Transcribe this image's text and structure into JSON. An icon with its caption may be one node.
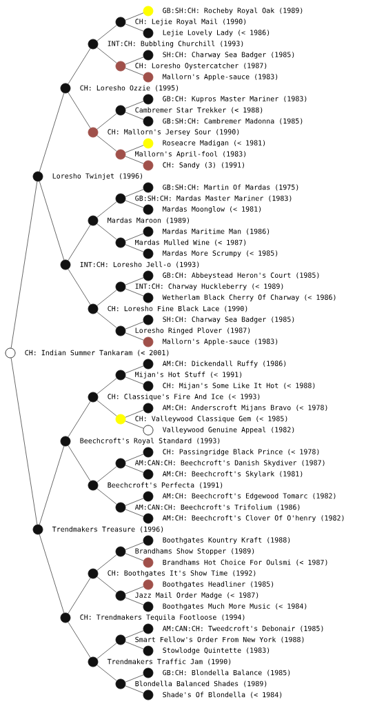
{
  "diagram": {
    "nodes": [
      {
        "text": [],
        "shape": "circle",
        "beside": [
          "GB:SH:CH: Rocheby Royal Oak (1989)"
        ]
      },
      {
        "text": [],
        "shape": "circle"
      },
      {
        "text": [],
        "shape": "circle",
        "beside": [
          "Lejie Lovely Lady (< 1986)"
        ]
      },
      {
        "text": [],
        "shape": "circle"
      },
      {
        "text": [],
        "shape": "circle",
        "beside": [
          "SH:CH: Charway Sea Badger (1985)"
        ]
      },
      {
        "text": [],
        "shape": "circle"
      },
      {
        "text": [],
        "shape": "circle",
        "beside": [
          "Mallorn's Apple-sauce (1983)"
        ]
      },
      {
        "text": [],
        "shape": "circle"
      },
      {
        "text": [],
        "shape": "circle",
        "beside": [
          "GB:CH: Kupros Master Mariner (1983)"
        ]
      },
      {
        "text": [],
        "shape": "circle"
      },
      {
        "text": [],
        "shape": "circle",
        "beside": [
          "GB:SH:CH: Cambremer Madonna (1985)"
        ]
      },
      {
        "text": [],
        "shape": "circle"
      },
      {
        "text": [],
        "shape": "circle",
        "beside": [
          "Roseacre Madigan (< 1981)"
        ]
      },
      {
        "text": [],
        "shape": "circle"
      },
      {
        "text": [],
        "shape": "circle",
        "beside": [
          "CH: Sandy (3) (1991)"
        ]
      },
      {
        "text": [],
        "shape": "circle"
      },
      {
        "text": [],
        "shape": "circle",
        "beside": [
          "GB:SH:CH: Martin Of Mardas (1975)"
        ]
      },
      {
        "text": [],
        "shape": "circle"
      },
      {
        "text": [],
        "shape": "circle",
        "beside": [
          "Mardas Moonglow (< 1981)"
        ]
      },
      {
        "text": [],
        "shape": "circle"
      },
      {
        "text": [],
        "shape": "circle",
        "beside": [
          "Mardas Maritime Man (1986)"
        ]
      },
      {
        "text": [],
        "shape": "circle"
      },
      {
        "text": [],
        "shape": "circle",
        "beside": [
          "Mardas More Scrumpy (< 1985)"
        ]
      },
      {
        "text": [],
        "shape": "circle"
      },
      {
        "text": [],
        "shape": "circle",
        "beside": [
          "GB:CH: Abbeystead Heron's Court (1985)"
        ]
      },
      {
        "text": [],
        "shape": "circle"
      },
      {
        "text": [],
        "shape": "circle",
        "beside": [
          "Wetherlam Black Cherry Of Charway (< 1986)"
        ]
      },
      {
        "text": [],
        "shape": "circle"
      },
      {
        "text": [],
        "shape": "circle",
        "beside": [
          "SH:CH: Charway Sea Badger (1985)"
        ]
      },
      {
        "text": [],
        "shape": "circle"
      },
      {
        "text": [],
        "shape": "circle",
        "beside": [
          "Mallorn's Apple-sauce (1983)"
        ]
      },
      {
        "text": [],
        "shape": "circle"
      },
      {
        "text": [],
        "shape": "circle",
        "beside": [
          "AM:CH: Dickendall Ruffy (1986)"
        ]
      },
      {
        "text": [],
        "shape": "circle"
      },
      {
        "text": [],
        "shape": "circle",
        "beside": [
          "CH: Mijan's Some Like It Hot (< 1988)"
        ]
      },
      {
        "text": [],
        "shape": "circle"
      },
      {
        "text": [],
        "shape": "circle",
        "beside": [
          "AM:CH: Anderscroft Mijans Bravo (< 1978)"
        ]
      },
      {
        "text": [],
        "shape": "circle"
      },
      {
        "text": [],
        "shape": "circle",
        "beside": [
          "Valleywood Genuine Appeal (1982)"
        ]
      },
      {
        "text": [],
        "shape": "circle"
      },
      {
        "text": [],
        "shape": "circle",
        "beside": [
          "CH: Passingridge Black Prince (< 1978)"
        ]
      },
      {
        "text": [],
        "shape": "circle"
      },
      {
        "text": [],
        "shape": "circle",
        "beside": [
          "AM:CH: Beechcroft's Skylark (1981)"
        ]
      },
      {
        "text": [],
        "shape": "circle"
      },
      {
        "text": [],
        "shape": "circle",
        "beside": [
          "AM:CH: Beechcroft's Edgewood Tomarc (1982)"
        ]
      },
      {
        "text": [],
        "shape": "circle"
      },
      {
        "text": [],
        "shape": "circle",
        "beside": [
          "AM:CH: Beechcroft's Clover Of O'henry (1982)"
        ]
      },
      {
        "text": [],
        "shape": "circle"
      },
      {
        "text": [],
        "shape": "circle",
        "beside": [
          "Boothgates Kountry Kraft (1988)"
        ]
      },
      {
        "text": [],
        "shape": "circle"
      },
      {
        "text": [],
        "shape": "circle",
        "beside": [
          "Brandhams Hot Choice For Oulsmi (< 1987)"
        ]
      },
      {
        "text": [],
        "shape": "circle"
      },
      {
        "text": [],
        "shape": "circle",
        "beside": [
          "Boothgates Headliner (1985)"
        ]
      },
      {
        "text": [],
        "shape": "circle"
      },
      {
        "text": [],
        "shape": "circle",
        "beside": [
          "Boothgates Much More Music (< 1984)"
        ]
      },
      {
        "text": [],
        "shape": "circle"
      },
      {
        "text": [],
        "shape": "circle",
        "beside": [
          "AM:CAN:CH: Tweedcroft's Debonair (1985)"
        ]
      },
      {
        "text": [],
        "shape": "circle"
      },
      {
        "text": [],
        "shape": "circle",
        "beside": [
          "Stowlodge Quintette (1983)"
        ]
      },
      {
        "text": [],
        "shape": "circle"
      },
      {
        "text": [],
        "shape": "circle",
        "beside": [
          "GB:CH: Blondella Balance (1985)"
        ]
      },
      {
        "text": [],
        "shape": "circle"
      },
      {
        "text": [],
        "shape": "circle",
        "beside": [
          "Shade's Of Blondella (< 1984)"
        ]
      }
    ],
    "edges": [
      {
        "from": 1,
        "to": 0,
        "arrow": "none"
      },
      {
        "from": 1,
        "to": 2,
        "arrow": "none"
      },
      {
        "from": 3,
        "to": 1,
        "arrow": "none"
      },
      {
        "from": 3,
        "to": 5,
        "arrow": "none"
      },
      {
        "from": 5,
        "to": 4,
        "arrow": "none"
      },
      {
        "from": 5,
        "to": 6,
        "arrow": "none"
      },
      {
        "from": 7,
        "to": 3,
        "arrow": "none"
      },
      {
        "from": 7,
        "to": 11,
        "arrow": "none"
      },
      {
        "from": 9,
        "to": 8,
        "arrow": "none"
      },
      {
        "from": 9,
        "to": 10,
        "arrow": "none"
      },
      {
        "from": 11,
        "to": 9,
        "arrow": "none"
      },
      {
        "from": 11,
        "to": 13,
        "arrow": "none"
      },
      {
        "from": 13,
        "to": 12,
        "arrow": "none"
      },
      {
        "from": 13,
        "to": 14,
        "arrow": "none"
      },
      {
        "from": 15,
        "to": 7,
        "arrow": "none"
      },
      {
        "from": 15,
        "to": 23,
        "arrow": "none"
      },
      {
        "from": 17,
        "to": 16,
        "arrow": "none"
      },
      {
        "from": 17,
        "to": 18,
        "arrow": "none"
      },
      {
        "from": 19,
        "to": 17,
        "arrow": "none"
      },
      {
        "from": 19,
        "to": 21,
        "arrow": "none"
      },
      {
        "from": 21,
        "to": 20,
        "arrow": "none"
      },
      {
        "from": 21,
        "to": 22,
        "arrow": "none"
      },
      {
        "from": 23,
        "to": 19,
        "arrow": "none"
      },
      {
        "from": 23,
        "to": 27,
        "arrow": "none"
      },
      {
        "from": 25,
        "to": 24,
        "arrow": "none"
      },
      {
        "from": 25,
        "to": 26,
        "arrow": "none"
      },
      {
        "from": 27,
        "to": 25,
        "arrow": "none"
      },
      {
        "from": 27,
        "to": 29,
        "arrow": "none"
      },
      {
        "from": 29,
        "to": 28,
        "arrow": "none"
      },
      {
        "from": 29,
        "to": 30,
        "arrow": "none"
      },
      {
        "from": 31,
        "to": 15,
        "arrow": "none"
      },
      {
        "from": 31,
        "to": 47,
        "arrow": "none"
      },
      {
        "from": 33,
        "to": 32,
        "arrow": "none"
      },
      {
        "from": 33,
        "to": 34,
        "arrow": "none"
      },
      {
        "from": 35,
        "to": 33,
        "arrow": "none"
      },
      {
        "from": 35,
        "to": 37,
        "arrow": "none"
      },
      {
        "from": 37,
        "to": 36,
        "arrow": "none"
      },
      {
        "from": 37,
        "to": 38,
        "arrow": "none"
      },
      {
        "from": 39,
        "to": 35,
        "arrow": "none"
      },
      {
        "from": 39,
        "to": 43,
        "arrow": "none"
      },
      {
        "from": 41,
        "to": 40,
        "arrow": "none"
      },
      {
        "from": 41,
        "to": 42,
        "arrow": "none"
      },
      {
        "from": 43,
        "to": 41,
        "arrow": "none"
      },
      {
        "from": 43,
        "to": 45,
        "arrow": "none"
      },
      {
        "from": 45,
        "to": 44,
        "arrow": "none"
      },
      {
        "from": 45,
        "to": 46,
        "arrow": "none"
      },
      {
        "from": 47,
        "to": 39,
        "arrow": "none"
      },
      {
        "from": 47,
        "to": 55,
        "arrow": "none"
      },
      {
        "from": 49,
        "to": 48,
        "arrow": "none"
      },
      {
        "from": 49,
        "to": 50,
        "arrow": "none"
      },
      {
        "from": 51,
        "to": 49,
        "arrow": "none"
      },
      {
        "from": 51,
        "to": 53,
        "arrow": "none"
      },
      {
        "from": 53,
        "to": 52,
        "arrow": "none"
      },
      {
        "from": 53,
        "to": 54,
        "arrow": "none"
      },
      {
        "from": 55,
        "to": 51,
        "arrow": "none"
      },
      {
        "from": 55,
        "to": 59,
        "arrow": "none"
      },
      {
        "from": 57,
        "to": 56,
        "arrow": "none"
      },
      {
        "from": 57,
        "to": 58,
        "arrow": "none"
      },
      {
        "from": 59,
        "to": 57,
        "arrow": "none"
      },
      {
        "from": 59,
        "to": 61,
        "arrow": "none"
      },
      {
        "from": 61,
        "to": 60,
        "arrow": "none"
      },
      {
        "from": 61,
        "to": 62,
        "arrow": "none"
      }
    ],
    "labels": [
      "CH: Lejie Royal Mail (1990)",
      "INT:CH: Bubbling Churchill (1993)",
      "CH: Loresho Oystercatcher (1987)",
      "CH: Loresho Ozzie (1995)",
      "Cambremer Star Trekker (< 1988)",
      "CH: Mallorn's Jersey Sour (1990)",
      "Mallorn's April-fool (1983)",
      "Loresho Twinjet (1996)",
      "GB:SH:CH: Mardas Master Mariner (1983)",
      "Mardas Maroon (1989)",
      "Mardas Mulled Wine (< 1987)",
      "INT:CH: Loresho Jell-o (1993)",
      "INT:CH: Charway Huckleberry (< 1989)",
      "CH: Loresho Fine Black Lace (1990)",
      "Loresho Ringed Plover (1987)",
      "CH: Indian Summer Tankaram (< 2001)",
      "Mijan's Hot Stuff (< 1991)",
      "CH: Classique's Fire And Ice (< 1993)",
      "CH: Valleywood Classique Gem (< 1985)",
      "Beechcroft's Royal Standard (1993)",
      "AM:CAN:CH: Beechcroft's Danish Skydiver (1987)",
      "Beechcroft's Perfecta (1991)",
      "AM:CAN:CH: Beechcroft's Trifolium (1986)",
      "Trendmakers Treasure (1996)",
      "Brandhams Show Stopper (1989)",
      "CH: Boothgates It's Show Time (1992)",
      "Jazz Mail Order Madge (< 1987)",
      "CH: Trendmakers Tequila Footloose (1994)",
      "Smart Fellow's Order From New York (1988)",
      "Trendmakers Traffic Jam (1990)",
      "Blondella Balanced Shades (1989)"
    ]
  }
}
